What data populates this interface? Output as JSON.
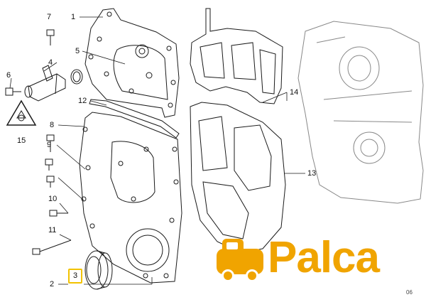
{
  "diagram": {
    "callouts": [
      "1",
      "2",
      "3",
      "4",
      "5",
      "6",
      "7",
      "8",
      "9",
      "10",
      "11",
      "12",
      "13",
      "14",
      "15"
    ],
    "highlighted_part": "3",
    "catalog_code": "06"
  },
  "logo": {
    "text": "Palca",
    "color": "#f0a400",
    "icon": "car-icon"
  }
}
